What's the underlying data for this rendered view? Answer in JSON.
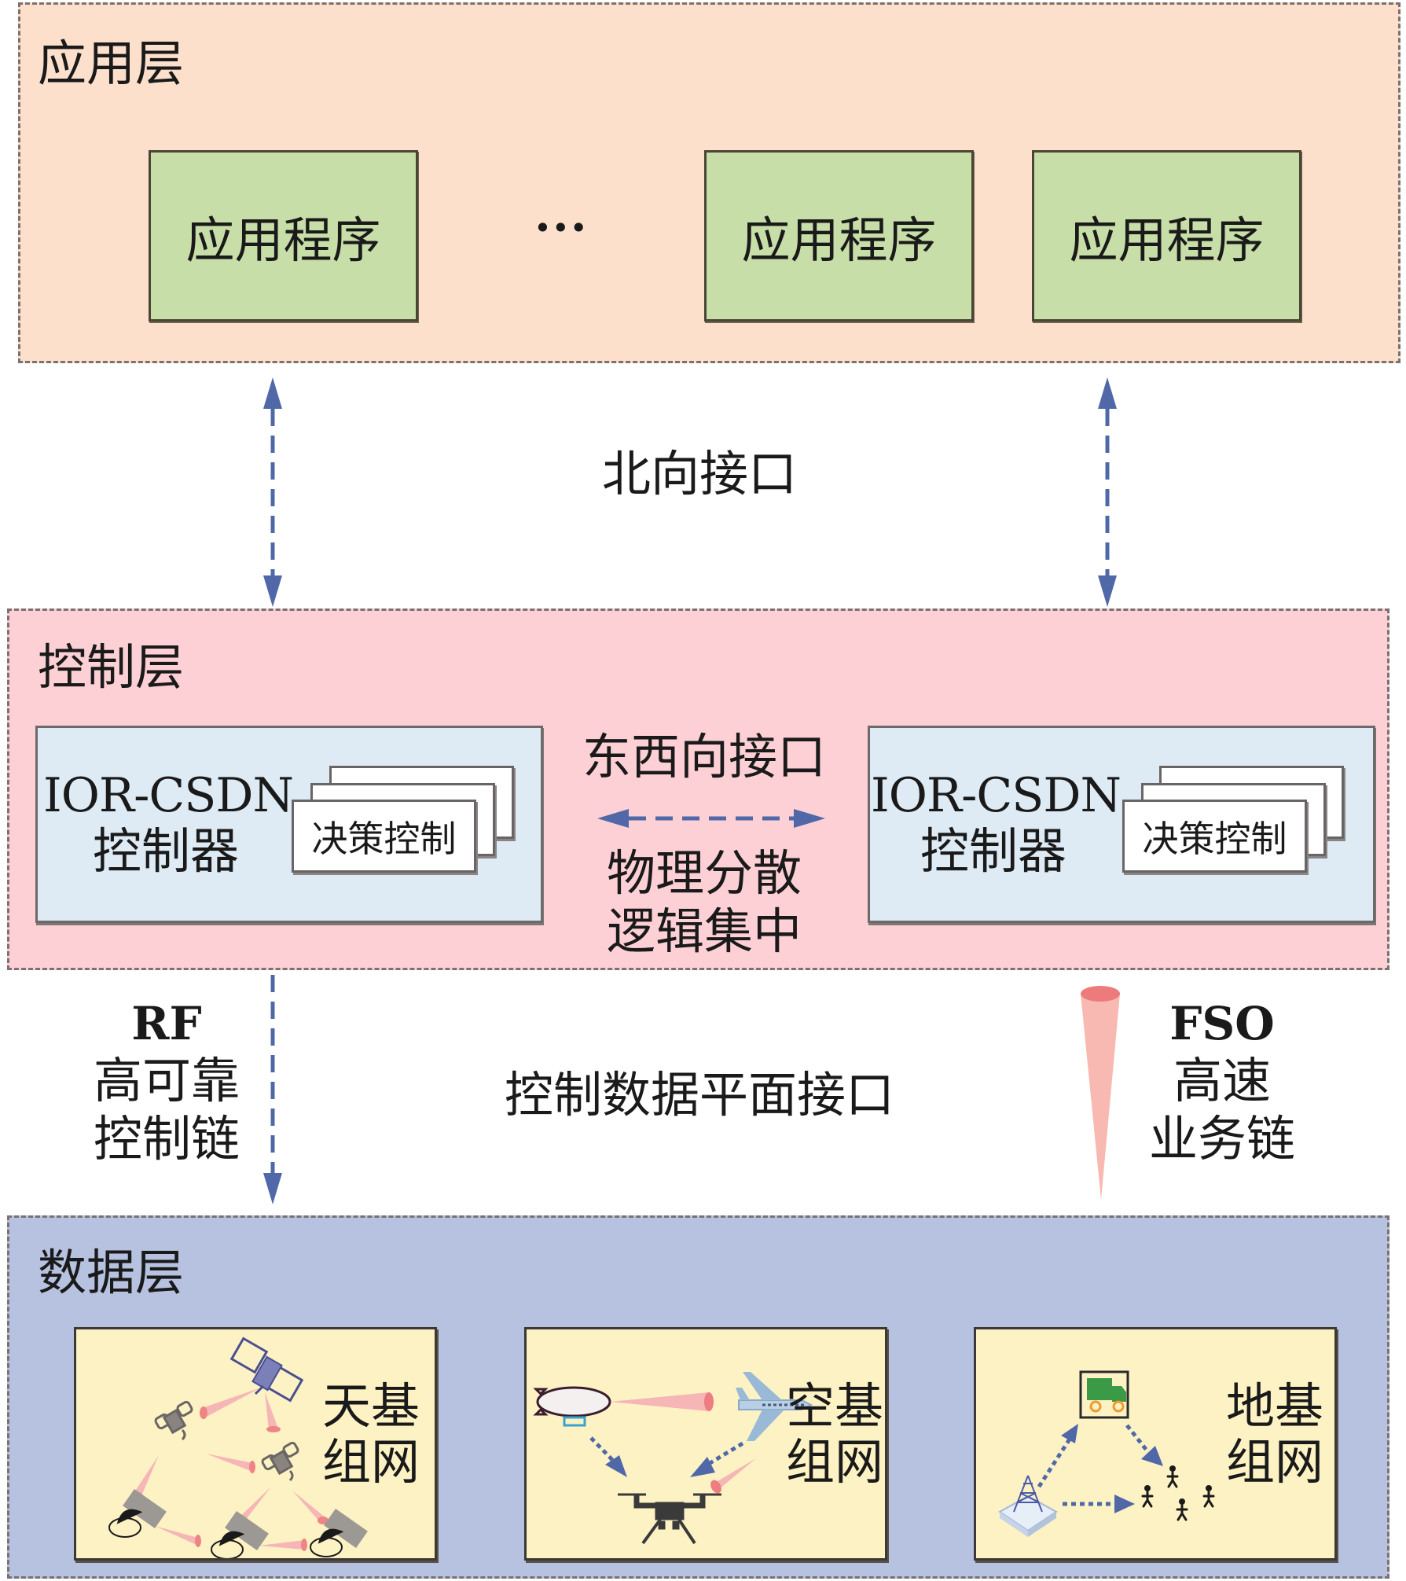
{
  "application_layer": {
    "title": "应用层",
    "apps": [
      {
        "label": "应用程序"
      },
      {
        "label": "应用程序"
      },
      {
        "label": "应用程序"
      }
    ],
    "ellipsis": "···"
  },
  "northbound_interface": {
    "label": "北向接口"
  },
  "control_layer": {
    "title": "控制层",
    "controllers": [
      {
        "name_en": "IOR-CSDN",
        "name_zh": "控制器",
        "card_label": "决策控制"
      },
      {
        "name_en": "IOR-CSDN",
        "name_zh": "控制器",
        "card_label": "决策控制"
      }
    ],
    "east_west": {
      "label": "东西向接口",
      "note_line1": "物理分散",
      "note_line2": "逻辑集中"
    }
  },
  "control_data_interface": {
    "label": "控制数据平面接口",
    "rf_link": {
      "line1": "RF",
      "line2": "高可靠",
      "line3": "控制链"
    },
    "fso_link": {
      "line1": "FSO",
      "line2": "高速",
      "line3": "业务链"
    }
  },
  "data_layer": {
    "title": "数据层",
    "panels": [
      {
        "line1": "天基",
        "line2": "组网",
        "icon": "satellite-network-icon"
      },
      {
        "line1": "空基",
        "line2": "组网",
        "icon": "aerial-network-icon"
      },
      {
        "line1": "地基",
        "line2": "组网",
        "icon": "ground-network-icon"
      }
    ]
  },
  "colors": {
    "application_layer_bg": "#fde0cc",
    "app_box_bg": "#c8dea8",
    "control_layer_bg": "#fdd0d5",
    "controller_box_bg": "#deebf5",
    "data_layer_bg": "#b6c2e0",
    "data_panel_bg": "#fdf2c4",
    "arrow": "#5068a8",
    "beam": "#f08a8a"
  }
}
